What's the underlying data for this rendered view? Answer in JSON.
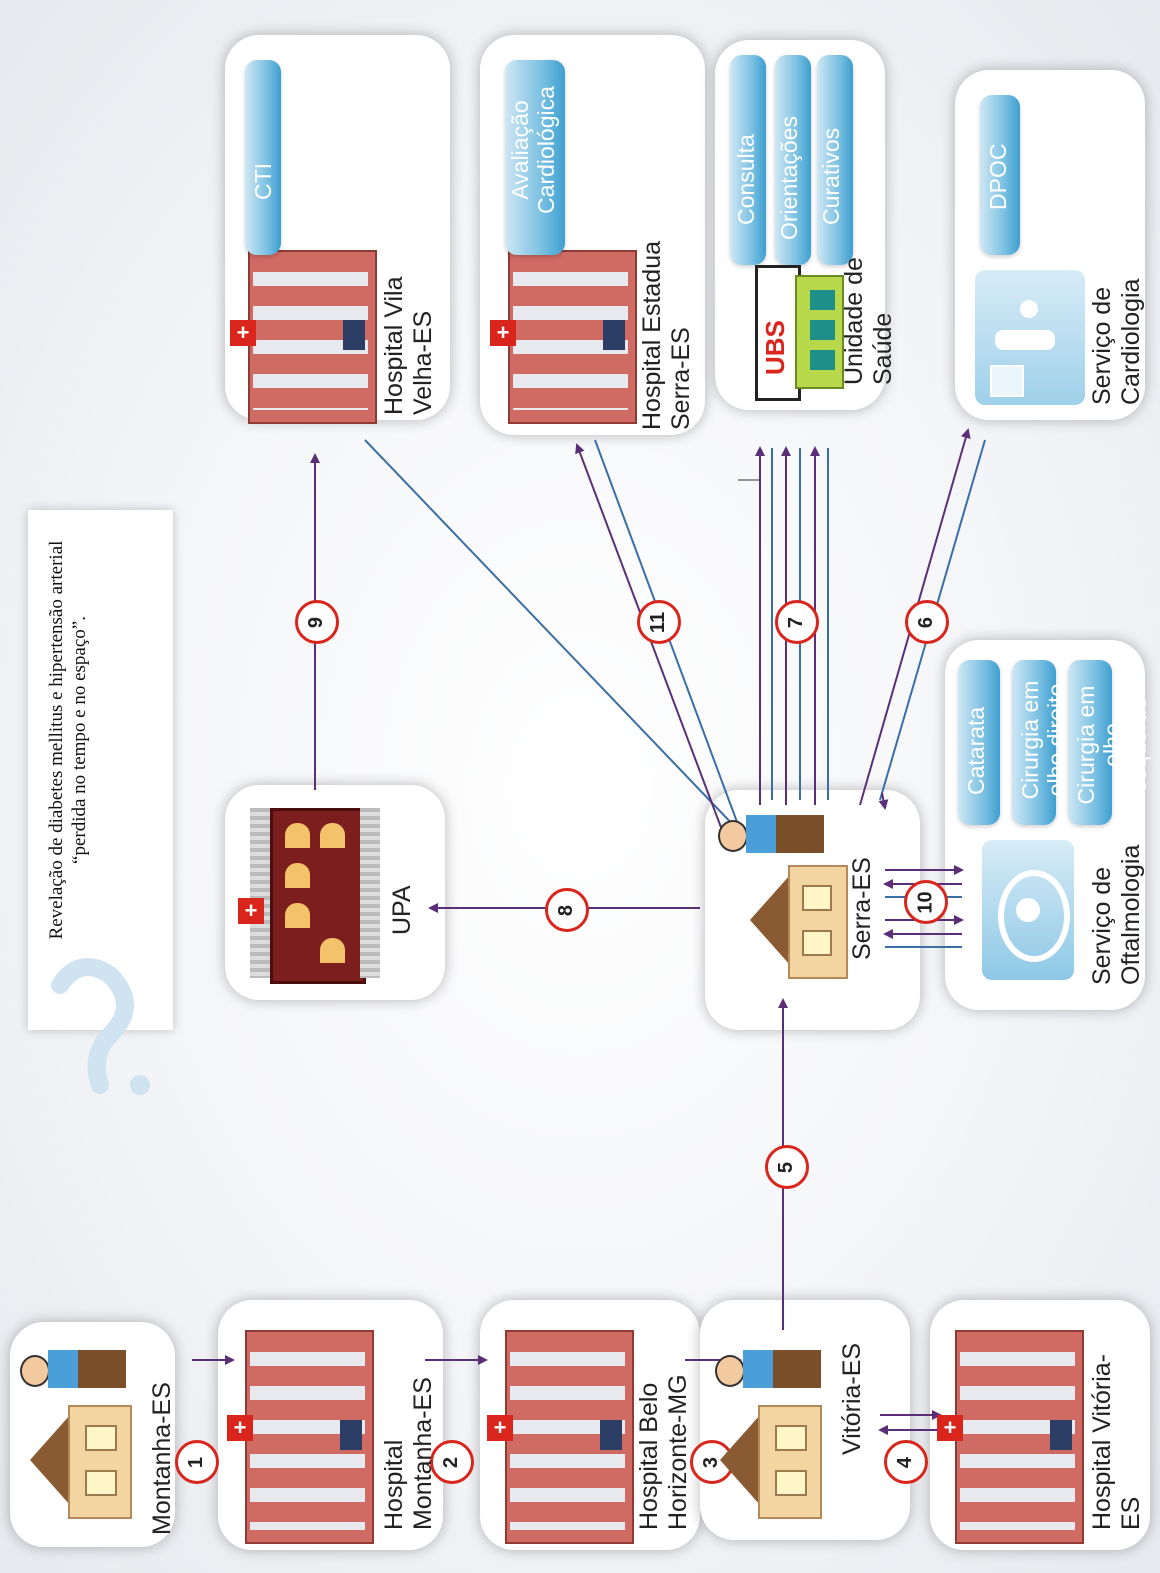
{
  "note": {
    "text": "Revelação de diabetes mellitus e hipertensão arterial “perdida no tempo e no espaço”."
  },
  "places": {
    "montanha_home": "Montanha-ES",
    "hospital_montanha": "Hospital Montanha-ES",
    "hospital_bh": "Hospital Belo Horizonte-MG",
    "vitoria_home": "Vitória-ES",
    "hospital_vitoria": "Hospital Vitória-ES",
    "serra_home": "Serra-ES",
    "upa": "UPA",
    "hospital_vila_velha": "Hospital Vila Velha-ES",
    "hospital_serra": "Hospital Estadua Serra-ES",
    "ubs_label": "Unidade de Saúde",
    "ubs_sign": "UBS",
    "cardiologia": "Serviço de Cardiologia",
    "oftalmologia": "Serviço de Oftalmologia"
  },
  "services": {
    "cti": "CTI",
    "avaliacao": "Avaliação Cardiológica",
    "consulta": "Consulta",
    "orientacoes": "Orientações",
    "curativos": "Curativos",
    "dpoc": "DPOC",
    "catarata": "Catarata",
    "cirurgia_direito": "Cirurgia em olho direito",
    "cirurgia_esquerdo": "Cirurgia em olho esquerdo"
  },
  "steps": [
    "1",
    "2",
    "3",
    "4",
    "5",
    "6",
    "7",
    "8",
    "9",
    "10",
    "11"
  ],
  "colors": {
    "purple": "#5a2f77",
    "blue": "#3a6ea5",
    "red": "#d9251c"
  }
}
